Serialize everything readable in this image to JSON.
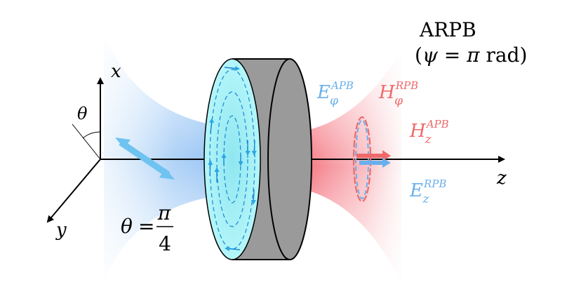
{
  "title": {
    "line1": "ARPB",
    "line2_open": "(",
    "line2_psi": "ψ",
    "line2_eq": " = ",
    "line2_pi": "π",
    "line2_unit": " rad)"
  },
  "axes": {
    "x": "x",
    "y": "y",
    "z": "z"
  },
  "angle": {
    "symbol": "θ",
    "eq_lhs": "θ",
    "eq_sign": "=",
    "numerator": "π",
    "denominator": "4"
  },
  "field_labels": {
    "e_phi": {
      "base": "E",
      "sub": "φ",
      "sup": "APB"
    },
    "h_phi": {
      "base": "H",
      "sub": "φ",
      "sup": "RPB"
    },
    "h_z": {
      "base": "H",
      "sub": "z",
      "sup": "APB"
    },
    "e_z": {
      "base": "E",
      "sub": "z",
      "sup": "RPB"
    }
  },
  "colors": {
    "blue_label": "#6ab0ec",
    "red_label": "#ee6a6a",
    "beam_blue": "#9fc9f5",
    "beam_red": "#f58a90",
    "disk_face": "#a6f3f7",
    "disk_side": "#9a9a9a",
    "arrow_blue": "#2aa7e6"
  }
}
